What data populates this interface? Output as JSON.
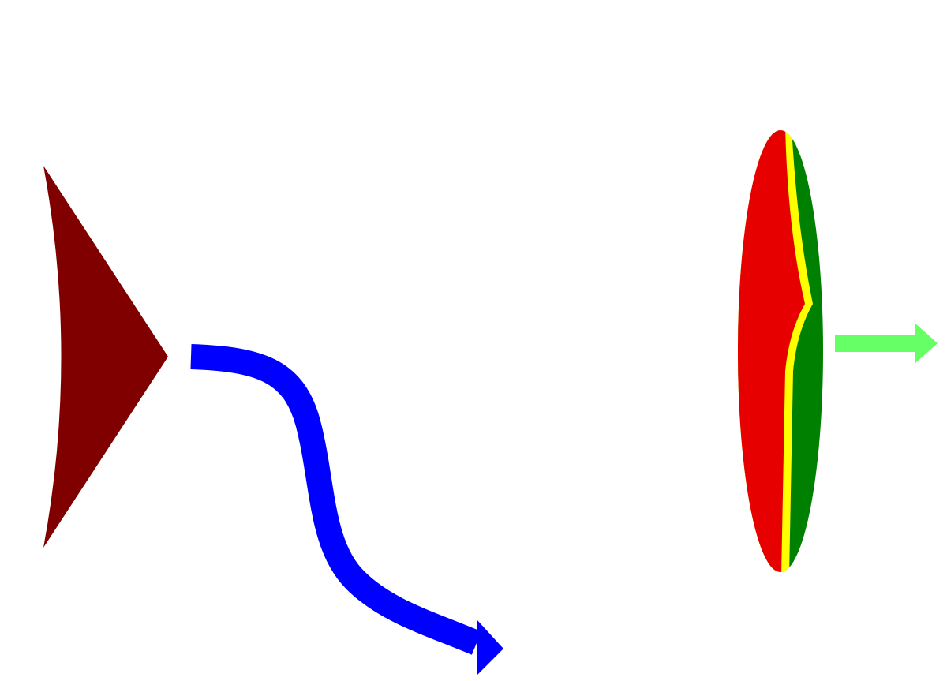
{
  "shapes": [
    {
      "name": "arrowhead-shape",
      "kind": "chevron-arrowhead",
      "color": "#800000"
    },
    {
      "name": "curved-arrow",
      "kind": "s-curve-arrow",
      "color": "#0000ff"
    },
    {
      "name": "lens-shape",
      "kind": "striped-ellipse",
      "colors": [
        "#e60000",
        "#ffff00",
        "#008000"
      ]
    },
    {
      "name": "short-arrow",
      "kind": "straight-arrow",
      "color": "#66ff66"
    }
  ],
  "colors": {
    "background": "#ffffff",
    "arrowhead": "#800000",
    "curve": "#0000ff",
    "lens_red": "#e60000",
    "lens_yellow": "#ffff00",
    "lens_green": "#008000",
    "short_arrow": "#66ff66"
  }
}
